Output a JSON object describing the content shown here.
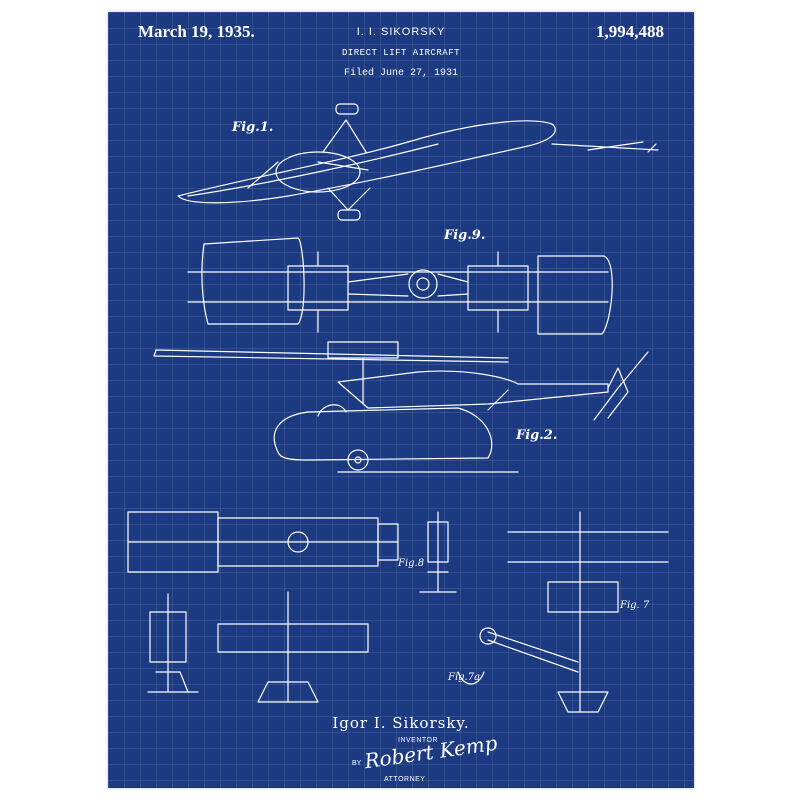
{
  "header": {
    "date": "March 19, 1935.",
    "inventor": "I. I. SIKORSKY",
    "patent_number": "1,994,488",
    "title": "DIRECT LIFT AIRCRAFT",
    "filed": "Filed June 27, 1931"
  },
  "figures": {
    "fig1": "Fig.1.",
    "fig9": "Fig.9.",
    "fig2": "Fig.2.",
    "fig8": "Fig.8",
    "fig7": "Fig. 7",
    "fig7a": "Fig.7a"
  },
  "signature": {
    "inventor_name": "Igor I. Sikorsky.",
    "inventor_role": "INVENTOR",
    "by": "BY",
    "attorney_signature": "Robert Kemp",
    "attorney_role": "ATTORNEY"
  },
  "colors": {
    "blueprint": "#1b3a82",
    "line": "#ffffff"
  }
}
